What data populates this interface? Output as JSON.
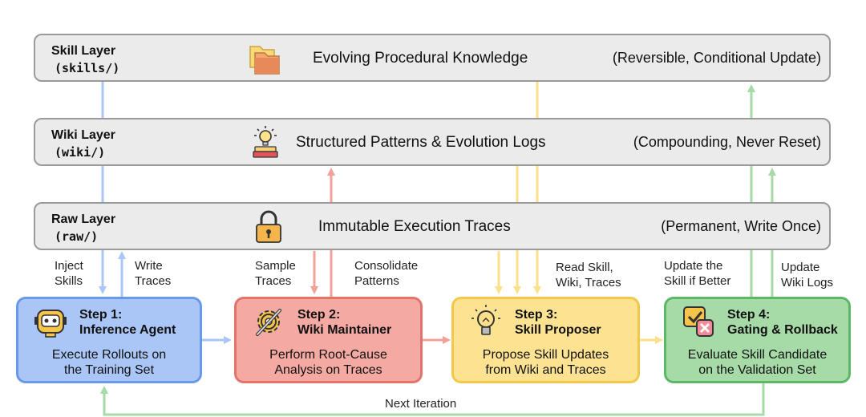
{
  "layers": {
    "skill": {
      "name": "Skill Layer",
      "dir": "(skills/)",
      "icon": "folders-icon",
      "description": "Evolving Procedural Knowledge",
      "note": "(Reversible, Conditional Update)"
    },
    "wiki": {
      "name": "Wiki Layer",
      "dir": "(wiki/)",
      "icon": "lightbulb-books-icon",
      "description": "Structured Patterns & Evolution Logs",
      "note": "(Compounding, Never Reset)"
    },
    "raw": {
      "name": "Raw Layer",
      "dir": "(raw/)",
      "icon": "padlock-icon",
      "description": "Immutable Execution Traces",
      "note": "(Permanent, Write Once)"
    }
  },
  "steps": [
    {
      "title_line1": "Step 1:",
      "title_line2": "Inference Agent",
      "desc_line1": "Execute Rollouts on",
      "desc_line2": "the Training Set",
      "icon": "robot-icon",
      "fill": "#a9c6f7",
      "border": "#6a98e8"
    },
    {
      "title_line1": "Step 2:",
      "title_line2": "Wiki Maintainer",
      "desc_line1": "Perform Root-Cause",
      "desc_line2": "Analysis on Traces",
      "icon": "gear-wrench-icon",
      "fill": "#f4a9a2",
      "border": "#e3746a"
    },
    {
      "title_line1": "Step 3:",
      "title_line2": "Skill Proposer",
      "desc_line1": "Propose Skill Updates",
      "desc_line2": "from Wiki and Traces",
      "icon": "lightbulb-icon",
      "fill": "#fde391",
      "border": "#f2c84b"
    },
    {
      "title_line1": "Step 4:",
      "title_line2": "Gating & Rollback",
      "desc_line1": "Evaluate Skill Candidate",
      "desc_line2": "on the Validation Set",
      "icon": "check-cross-icon",
      "fill": "#a6dba8",
      "border": "#5cb866"
    }
  ],
  "arrow_labels": {
    "inject": [
      "Inject",
      "Skills"
    ],
    "write": [
      "Write",
      "Traces"
    ],
    "sample": [
      "Sample",
      "Traces"
    ],
    "consolidate": [
      "Consolidate",
      "Patterns"
    ],
    "read": [
      "Read Skill,",
      "Wiki, Traces"
    ],
    "update_skill": [
      "Update the",
      "Skill if Better"
    ],
    "update_wiki": [
      "Update",
      "Wiki Logs"
    ],
    "next_iteration": "Next Iteration"
  },
  "colors": {
    "blue": "#a9c6f7",
    "red": "#f2a199",
    "yellow": "#fde08a",
    "green": "#a6dba8"
  }
}
